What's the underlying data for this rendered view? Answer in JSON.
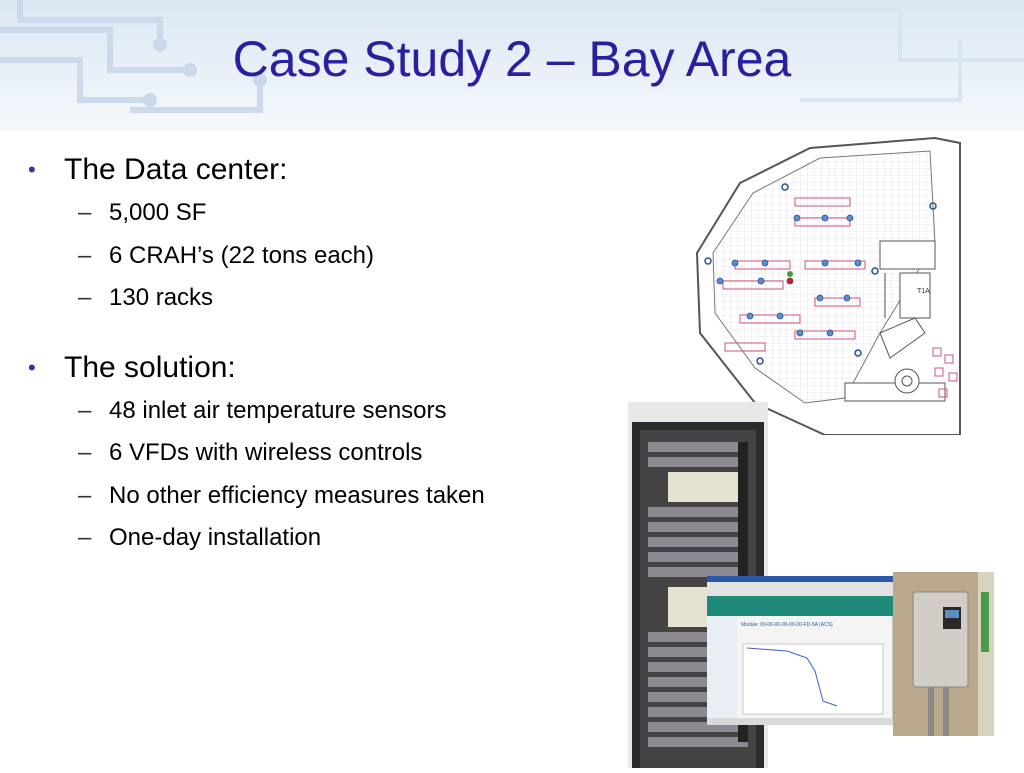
{
  "slide": {
    "title": "Case Study 2 – Bay Area",
    "sections": [
      {
        "heading": "The Data center:",
        "items": [
          "5,000 SF",
          "6 CRAH’s (22 tons each)",
          "130 racks"
        ]
      },
      {
        "heading": "The solution:",
        "items": [
          "48 inlet air temperature sensors",
          "6 VFDs with wireless controls",
          "No other efficiency measures taken",
          "One-day installation"
        ]
      }
    ],
    "bullet_glyph": "•",
    "sub_glyph": "–"
  },
  "images": {
    "floorplan": {
      "room_label": "T1A"
    },
    "screenshot": {
      "module_heading": "Module: 00-00-00-00-00-00-FD-5A (ACS)"
    }
  },
  "colors": {
    "title": "#2b1fa0",
    "bullet": "#3333aa",
    "header_bg": "#dbe7f3"
  }
}
